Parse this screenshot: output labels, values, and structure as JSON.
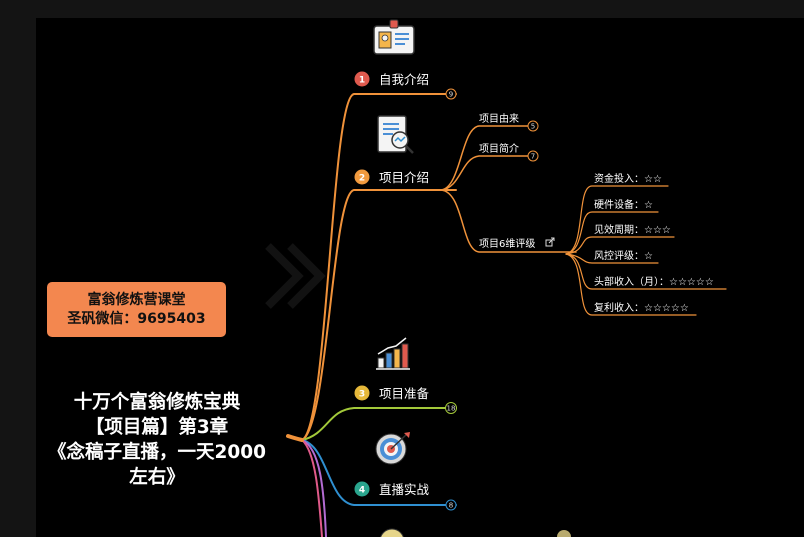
{
  "promo": {
    "line1": "富翁修炼营课堂",
    "line2": "圣矾微信：9695403"
  },
  "title": {
    "line1": "十万个富翁修炼宝典",
    "line2": "【项目篇】第3章",
    "line3": "《念稿子直播，一天2000",
    "line4": "左右》"
  },
  "colors": {
    "background": "#000000",
    "branch_orange": "#f0923a",
    "branch_green": "#a3c93a",
    "branch_blue": "#2f8fd0",
    "number_red": "#e05a4e",
    "number_orange": "#f19a3e",
    "number_yellow": "#e6b83a",
    "number_teal": "#2aa58e",
    "promo_bg": "#f3874f"
  },
  "nodes": [
    {
      "num": "1",
      "label": "自我介绍",
      "badge": "9",
      "icon": "id-card-icon"
    },
    {
      "num": "2",
      "label": "项目介绍",
      "icon": "document-search-icon"
    },
    {
      "num": "3",
      "label": "项目准备",
      "badge": "18",
      "icon": "bar-chart-icon"
    },
    {
      "num": "4",
      "label": "直播实战",
      "badge": "8",
      "icon": "target-icon"
    }
  ],
  "project_children": [
    {
      "label": "项目由来",
      "badge": "5"
    },
    {
      "label": "项目简介",
      "badge": "7"
    },
    {
      "label": "项目6维评级",
      "icon": "external-link-icon"
    }
  ],
  "ratings": [
    "资金投入：☆☆",
    "硬件设备：☆",
    "见效周期：☆☆☆",
    "风控评级：☆",
    "头部收入（月）：☆☆☆☆☆",
    "复利收入：☆☆☆☆☆"
  ]
}
